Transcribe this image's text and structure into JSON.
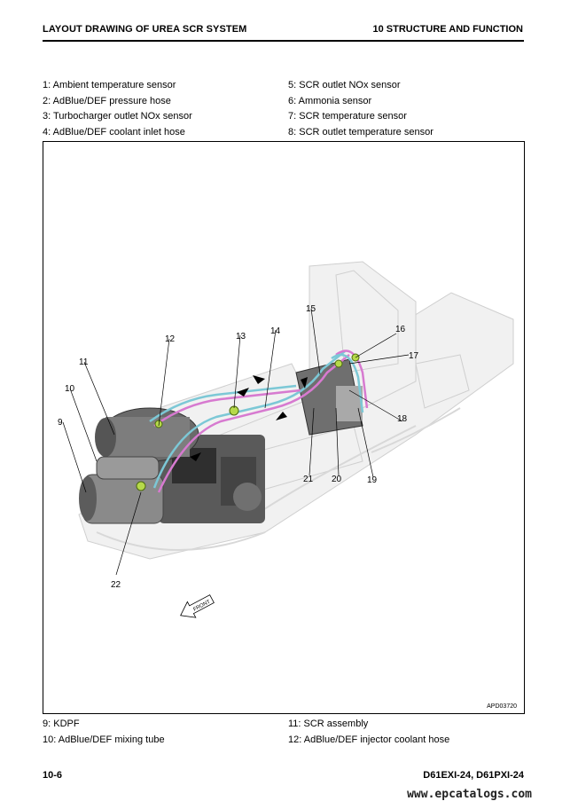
{
  "header": {
    "left_title": "LAYOUT DRAWING OF UREA SCR SYSTEM",
    "right_title": "10 STRUCTURE AND FUNCTION"
  },
  "legend_top": {
    "col1": [
      "1: Ambient temperature sensor",
      "2: AdBlue/DEF pressure hose",
      "3: Turbocharger outlet NOx sensor",
      "4: AdBlue/DEF coolant inlet hose"
    ],
    "col2": [
      "5: SCR outlet NOx sensor",
      "6: Ammonia sensor",
      "7: SCR temperature sensor",
      "8: SCR outlet temperature sensor"
    ]
  },
  "figure": {
    "code": "APD03720",
    "front_label": "FRONT",
    "callouts": [
      "9",
      "10",
      "11",
      "12",
      "13",
      "14",
      "15",
      "16",
      "17",
      "18",
      "19",
      "20",
      "21",
      "22"
    ],
    "colors": {
      "hose_pink": "#d77ad0",
      "hose_cyan": "#7cc8d6",
      "sensor_green": "#b6d94a",
      "ghost_gray": "#d8d8d8",
      "engine_dark": "#3a3a3a"
    }
  },
  "legend_bottom": {
    "col1": [
      "9: KDPF",
      "10: AdBlue/DEF mixing tube"
    ],
    "col2": [
      "11: SCR assembly",
      "12: AdBlue/DEF injector coolant hose"
    ]
  },
  "footer": {
    "page_number": "10-6",
    "model": "D61EXI-24, D61PXI-24"
  },
  "watermark": "www.epcatalogs.com"
}
